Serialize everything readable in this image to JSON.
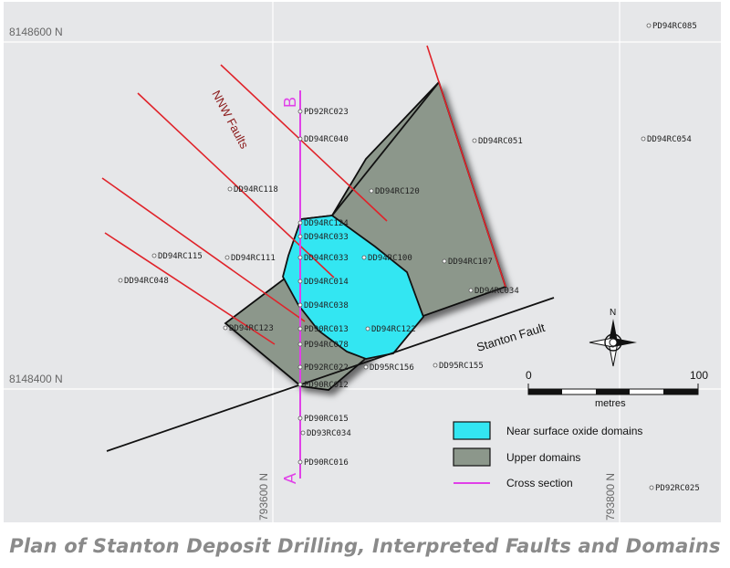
{
  "caption": "Plan of Stanton Deposit Drilling, Interpreted Faults and Domains",
  "grid": {
    "northings": [
      "8148600 N",
      "8148400 N"
    ],
    "eastings": [
      "793600 N",
      "793800 N"
    ]
  },
  "labels": {
    "nnw_faults": "NNW Faults",
    "stanton_fault": "Stanton Fault",
    "section_start": "A",
    "section_end": "B",
    "north": "N"
  },
  "scale_bar": {
    "min": "0",
    "max": "100",
    "unit": "metres"
  },
  "legend": [
    {
      "label": "Near surface oxide domains",
      "color": "#33e6f2",
      "kind": "box"
    },
    {
      "label": "Upper domains",
      "color": "#8c978b",
      "kind": "box"
    },
    {
      "label": "Cross section",
      "color": "#e040e8",
      "kind": "line"
    }
  ],
  "colors": {
    "map_bg": "#e6e7e9",
    "grid": "#ffffff",
    "fault": "#e0232a",
    "boundary": "#111111",
    "oxide": "#33e6f2",
    "upper": "#8c978b",
    "section": "#e040e8",
    "nnw_label": "#8b1a1a"
  },
  "drillholes": [
    "PD94RC085",
    "PD92RC023",
    "DD94RC040",
    "DD94RC051",
    "DD94RC054",
    "DD94RC118",
    "DD94RC120",
    "DD94RC124",
    "DD94RC033",
    "DD94RC115",
    "DD94RC111",
    "DD94RC033",
    "DD94RC100",
    "DD94RC107",
    "DD94RC048",
    "DD94RC014",
    "DD94RC034",
    "DD94RC038",
    "DD94RC123",
    "PD90RC013",
    "DD94RC122",
    "PD94RC078",
    "PD92RC022",
    "DD95RC156",
    "DD95RC155",
    "PD90RC012",
    "PD90RC015",
    "DD93RC034",
    "PD90RC016",
    "PD92RC025"
  ]
}
